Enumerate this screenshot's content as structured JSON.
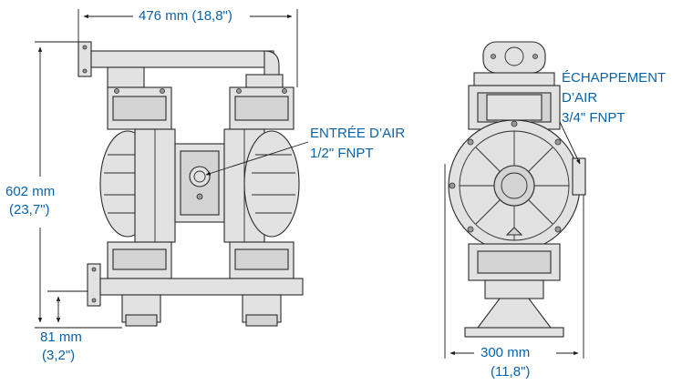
{
  "dimensions": {
    "width": {
      "value": "476 mm (18,8\")"
    },
    "height_mm": "602 mm",
    "height_in": "(23,7\")",
    "base_mm": "81 mm",
    "base_in": "(3,2\")",
    "side_width_mm": "300 mm",
    "side_width_in": "(11,8\")"
  },
  "callouts": {
    "air_inlet": {
      "line1": "ENTRÉE D’AIR",
      "line2": "1/2\" FNPT"
    },
    "air_exhaust": {
      "line1": "ÉCHAPPEMENT",
      "line2": "D’AIR",
      "line3": "3/4\" FNPT"
    }
  },
  "colors": {
    "label": "#0a62a8",
    "line": "#1a1a1a",
    "body": "#e2e2e2"
  }
}
